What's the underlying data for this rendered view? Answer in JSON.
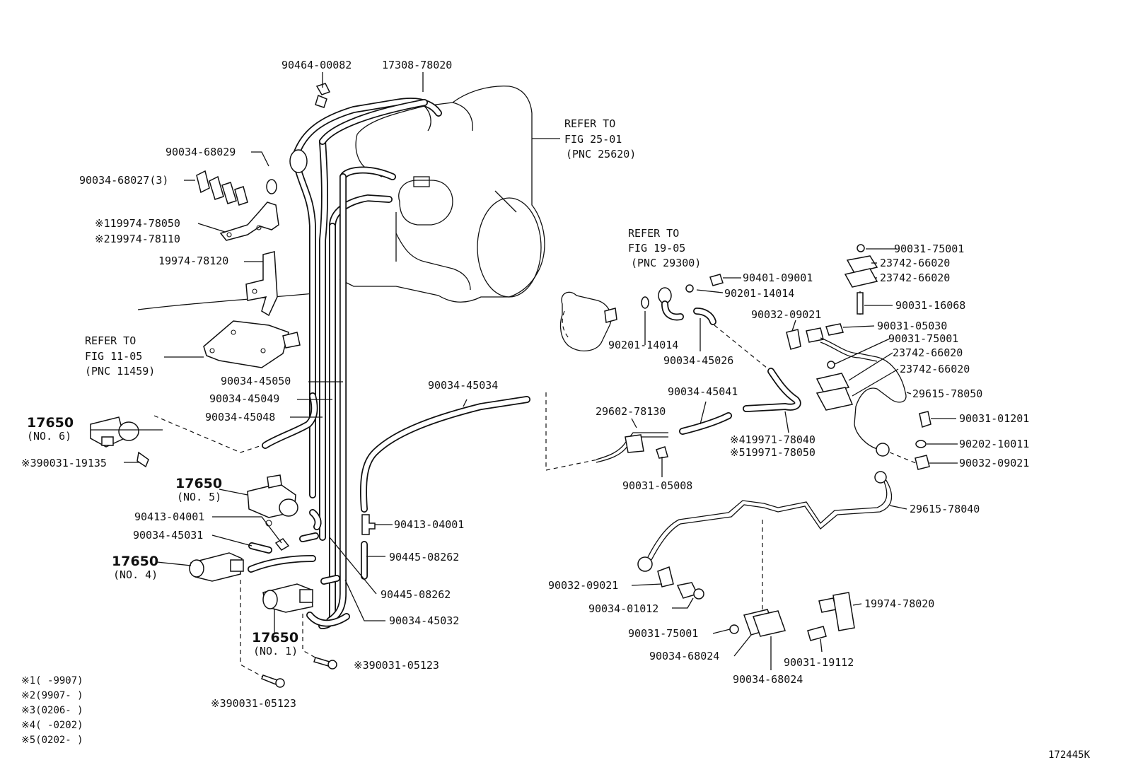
{
  "part_labels": {
    "p90464_00082": "90464-00082",
    "p17308_78020": "17308-78020",
    "p90034_68029": "90034-68029",
    "p90034_68027": "90034-68027(3)",
    "p19974_78050": "※119974-78050",
    "p19974_78110": "※219974-78110",
    "p19974_78120": "19974-78120",
    "p90034_45050": "90034-45050",
    "p90034_45049": "90034-45049",
    "p90034_45048": "90034-45048",
    "p90031_19135": "※390031-19135",
    "p90413_04001_l": "90413-04001",
    "p90034_45031": "90034-45031",
    "p90413_04001_r": "90413-04001",
    "p90445_08262_a": "90445-08262",
    "p90445_08262_b": "90445-08262",
    "p90034_45032": "90034-45032",
    "p90031_05123_a": "※390031-05123",
    "p90031_05123_b": "※390031-05123",
    "p90034_45034": "90034-45034",
    "p90201_14014_a": "90201-14014",
    "p90401_09001": "90401-09001",
    "p90201_14014_b": "90201-14014",
    "p90034_45026": "90034-45026",
    "p29602_78130": "29602-78130",
    "p90034_45041": "90034-45041",
    "p90031_05008": "90031-05008",
    "p19971_78040": "※419971-78040",
    "p19971_78050": "※519971-78050",
    "p90032_09021_a": "90032-09021",
    "p90031_75001_a": "90031-75001",
    "p23742_66020_a": "23742-66020",
    "p23742_66020_b": "23742-66020",
    "p90031_16068": "90031-16068",
    "p90031_05030": "90031-05030",
    "p90031_75001_b": "90031-75001",
    "p23742_66020_c": "23742-66020",
    "p23742_66020_d": "23742-66020",
    "p29615_78050": "29615-78050",
    "p90031_01201": "90031-01201",
    "p90202_10011": "90202-10011",
    "p90032_09021_b": "90032-09021",
    "p29615_78040": "29615-78040",
    "p90032_09021_c": "90032-09021",
    "p90034_01012": "90034-01012",
    "p90031_75001_c": "90031-75001",
    "p90034_68024_a": "90034-68024",
    "p90034_68024_b": "90034-68024",
    "p19974_78020": "19974-78020",
    "p90031_19112": "90031-19112"
  },
  "valves": {
    "no6_code": "17650",
    "no6_sub": "(NO. 6)",
    "no5_code": "17650",
    "no5_sub": "(NO. 5)",
    "no4_code": "17650",
    "no4_sub": "(NO. 4)",
    "no1_code": "17650",
    "no1_sub": "(NO. 1)"
  },
  "references": {
    "fig25_l1": "REFER TO",
    "fig25_l2": "FIG 25-01",
    "fig25_l3": "(PNC 25620)",
    "fig19_l1": "REFER TO",
    "fig19_l2": "FIG 19-05",
    "fig19_l3": "(PNC 29300)",
    "fig11_l1": "REFER TO",
    "fig11_l2": "FIG 11-05",
    "fig11_l3": "(PNC 11459)"
  },
  "footnotes": [
    "※1(     -9907)",
    "※2(9907-     )",
    "※3(0206-     )",
    "※4(     -0202)",
    "※5(0202-     )"
  ],
  "diagram_id": "172445K"
}
